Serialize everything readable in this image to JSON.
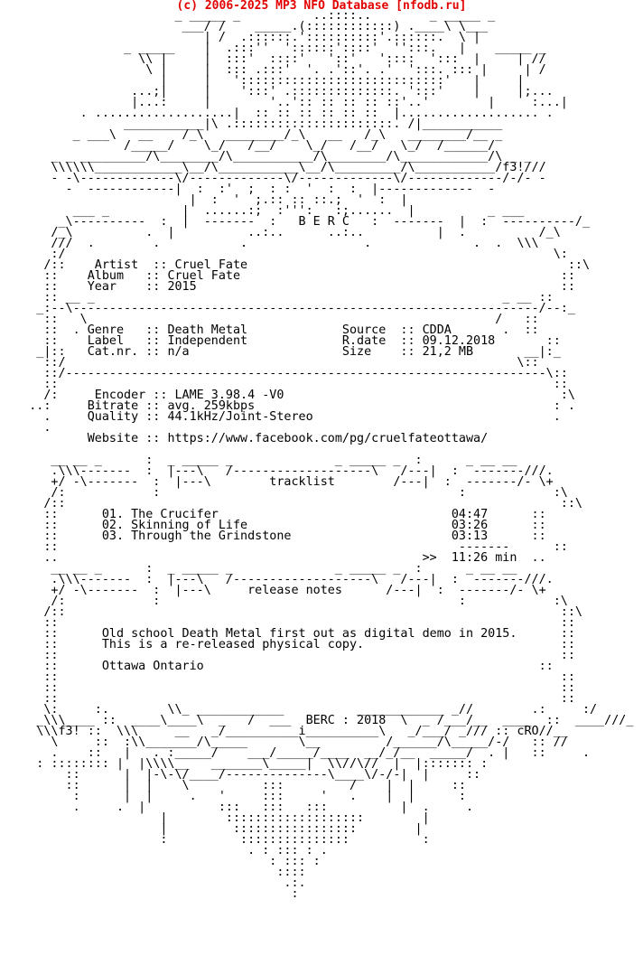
{
  "colors": {
    "banner": "#e30000",
    "text": "#000000",
    "background": "#ffffff"
  },
  "banner": {
    "text": "(c) 2006-2025 MP3 NFO Database [nfodb.ru]"
  },
  "release": {
    "group": "B E R C",
    "artist": "Cruel Fate",
    "album": "Cruel Fate",
    "year": "2015",
    "genre": "Death Metal",
    "label": "Independent",
    "catnr": "n/a",
    "source": "CDDA",
    "rdate": "09.12.2018",
    "size": "21,2 MB",
    "encoder": "LAME 3.98.4 -V0",
    "bitrate": "avg. 259kbps",
    "quality": "44.1kHz/Joint-Stereo",
    "website": "https://www.facebook.com/pg/cruelfateottawa/"
  },
  "sections": {
    "tracklist": "tracklist",
    "release_notes": "release notes"
  },
  "tracks": [
    {
      "num": "01.",
      "title": "The Crucifer",
      "time": "04:47"
    },
    {
      "num": "02.",
      "title": "Skinning of Life",
      "time": "03:26"
    },
    {
      "num": "03.",
      "title": "Through the Grindstone",
      "time": "03:13"
    }
  ],
  "total_time": "11:26 min",
  "notes": {
    "line1": "Old school Death Metal first out as digital demo in 2015.",
    "line2": "This is a re-released physical copy.",
    "line3": "Ottawa Ontario"
  },
  "footer": {
    "group": "BERC",
    "year": "2018",
    "credit_left": "f3!",
    "credit_right": "cRO"
  },
  "credits": {
    "header_tag": "f3!"
  }
}
